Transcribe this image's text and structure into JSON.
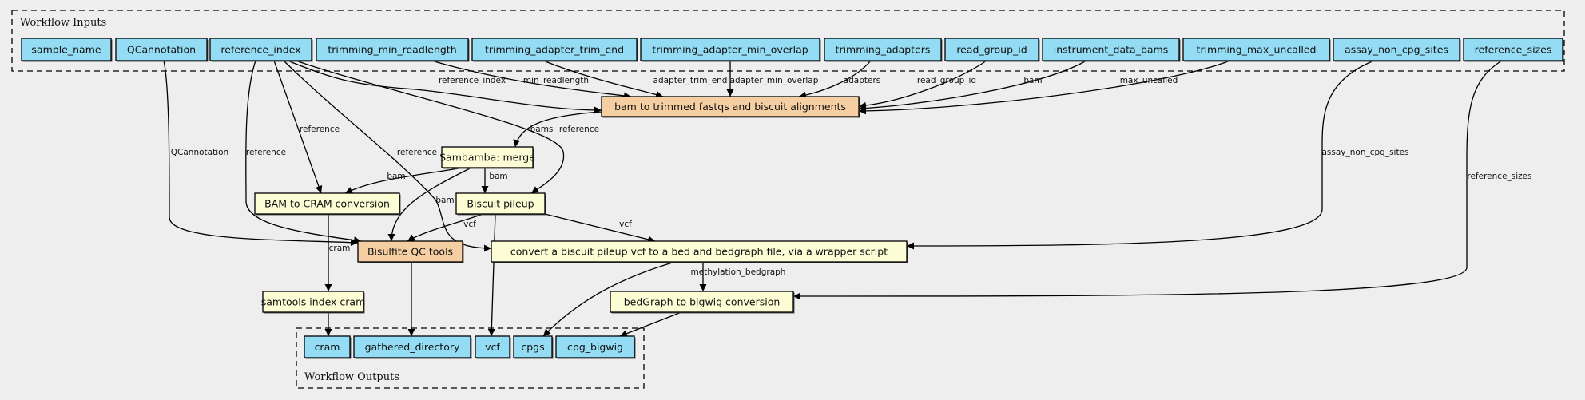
{
  "clusters": {
    "inputs_title": "Workflow Inputs",
    "outputs_title": "Workflow Outputs"
  },
  "colors": {
    "input_output_fill": "#94dcf4",
    "step_fill": "#fdfdd5",
    "subworkflow_fill": "#f5cfa1",
    "background": "#eeeeee"
  },
  "inputs": [
    {
      "id": "sample_name",
      "label": "sample_name"
    },
    {
      "id": "QCannotation",
      "label": "QCannotation"
    },
    {
      "id": "reference_index",
      "label": "reference_index"
    },
    {
      "id": "trimming_min_readlength",
      "label": "trimming_min_readlength"
    },
    {
      "id": "trimming_adapter_trim_end",
      "label": "trimming_adapter_trim_end"
    },
    {
      "id": "trimming_adapter_min_overlap",
      "label": "trimming_adapter_min_overlap"
    },
    {
      "id": "trimming_adapters",
      "label": "trimming_adapters"
    },
    {
      "id": "read_group_id",
      "label": "read_group_id"
    },
    {
      "id": "instrument_data_bams",
      "label": "instrument_data_bams"
    },
    {
      "id": "trimming_max_uncalled",
      "label": "trimming_max_uncalled"
    },
    {
      "id": "assay_non_cpg_sites",
      "label": "assay_non_cpg_sites"
    },
    {
      "id": "reference_sizes",
      "label": "reference_sizes"
    }
  ],
  "steps": [
    {
      "id": "bam_to_trimmed",
      "label": "bam to trimmed fastqs and biscuit alignments",
      "kind": "subworkflow"
    },
    {
      "id": "sambamba_merge",
      "label": "Sambamba: merge",
      "kind": "tool"
    },
    {
      "id": "bam_to_cram",
      "label": "BAM to CRAM conversion",
      "kind": "tool"
    },
    {
      "id": "biscuit_pileup",
      "label": "Biscuit pileup",
      "kind": "tool"
    },
    {
      "id": "bisulfite_qc",
      "label": "Bisulfite QC tools",
      "kind": "subworkflow"
    },
    {
      "id": "convert_pileup",
      "label": "convert a biscuit pileup vcf to a bed and bedgraph file, via a wrapper script",
      "kind": "tool"
    },
    {
      "id": "samtools_index",
      "label": "samtools index cram",
      "kind": "tool"
    },
    {
      "id": "bedgraph_to_bigwig",
      "label": "bedGraph to bigwig conversion",
      "kind": "tool"
    }
  ],
  "outputs": [
    {
      "id": "cram",
      "label": "cram"
    },
    {
      "id": "gathered_directory",
      "label": "gathered_directory"
    },
    {
      "id": "vcf",
      "label": "vcf"
    },
    {
      "id": "cpgs",
      "label": "cpgs"
    },
    {
      "id": "cpg_bigwig",
      "label": "cpg_bigwig"
    }
  ],
  "edges": [
    {
      "from": "reference_index",
      "to": "bam_to_trimmed",
      "label": "reference_index"
    },
    {
      "from": "trimming_min_readlength",
      "to": "bam_to_trimmed",
      "label": "min_readlength"
    },
    {
      "from": "trimming_adapter_trim_end",
      "to": "bam_to_trimmed",
      "label": "adapter_trim_end"
    },
    {
      "from": "trimming_adapter_min_overlap",
      "to": "bam_to_trimmed",
      "label": "adapter_min_overlap"
    },
    {
      "from": "trimming_adapters",
      "to": "bam_to_trimmed",
      "label": "adapters"
    },
    {
      "from": "read_group_id",
      "to": "bam_to_trimmed",
      "label": "read_group_id"
    },
    {
      "from": "instrument_data_bams",
      "to": "bam_to_trimmed",
      "label": "bam"
    },
    {
      "from": "trimming_max_uncalled",
      "to": "bam_to_trimmed",
      "label": "max_uncalled"
    },
    {
      "from": "bam_to_trimmed",
      "to": "sambamba_merge",
      "label": "bams"
    },
    {
      "from": "reference_index",
      "to": "biscuit_pileup",
      "label": "reference"
    },
    {
      "from": "reference_index",
      "to": "bam_to_cram",
      "label": "reference"
    },
    {
      "from": "QCannotation",
      "to": "bisulfite_qc",
      "label": "QCannotation"
    },
    {
      "from": "reference_index",
      "to": "bisulfite_qc",
      "label": "reference"
    },
    {
      "from": "reference_index",
      "to": "convert_pileup",
      "label": "reference"
    },
    {
      "from": "sambamba_merge",
      "to": "bam_to_cram",
      "label": "bam"
    },
    {
      "from": "sambamba_merge",
      "to": "biscuit_pileup",
      "label": "bam"
    },
    {
      "from": "sambamba_merge",
      "to": "bisulfite_qc",
      "label": "bam"
    },
    {
      "from": "biscuit_pileup",
      "to": "bisulfite_qc",
      "label": "vcf"
    },
    {
      "from": "biscuit_pileup",
      "to": "convert_pileup",
      "label": "vcf"
    },
    {
      "from": "assay_non_cpg_sites",
      "to": "convert_pileup",
      "label": "assay_non_cpg_sites"
    },
    {
      "from": "bam_to_cram",
      "to": "samtools_index",
      "label": "cram"
    },
    {
      "from": "convert_pileup",
      "to": "bedgraph_to_bigwig",
      "label": "methylation_bedgraph"
    },
    {
      "from": "reference_sizes",
      "to": "bedgraph_to_bigwig",
      "label": "reference_sizes"
    },
    {
      "from": "samtools_index",
      "to": "cram",
      "label": ""
    },
    {
      "from": "bisulfite_qc",
      "to": "gathered_directory",
      "label": ""
    },
    {
      "from": "biscuit_pileup",
      "to": "vcf",
      "label": ""
    },
    {
      "from": "convert_pileup",
      "to": "cpgs",
      "label": ""
    },
    {
      "from": "bedgraph_to_bigwig",
      "to": "cpg_bigwig",
      "label": ""
    }
  ]
}
